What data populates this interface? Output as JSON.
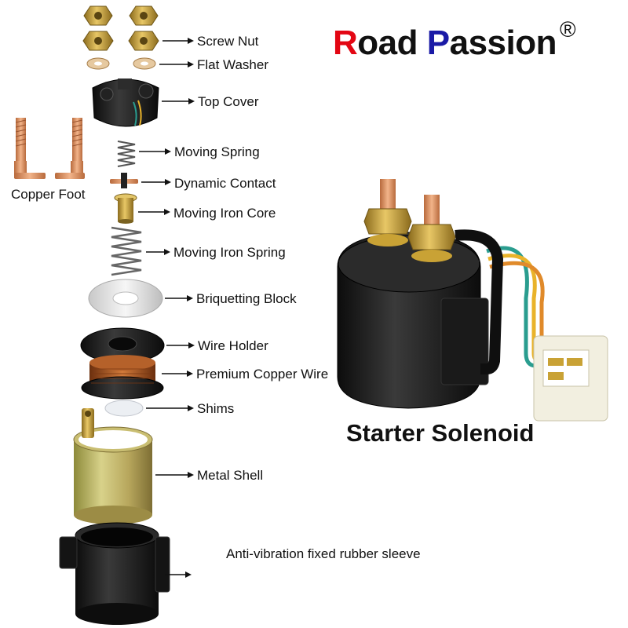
{
  "brand": {
    "first_initial": "R",
    "first_rest": "oad",
    "second_initial": "P",
    "second_rest": "assion",
    "registered": "®",
    "colors": {
      "red": "#e30613",
      "blue": "#1a1aa6",
      "black": "#111111"
    }
  },
  "product_title": "Starter Solenoid",
  "parts": [
    {
      "label": "Screw Nut"
    },
    {
      "label": "Flat Washer"
    },
    {
      "label": "Top Cover"
    },
    {
      "label": "Moving Spring"
    },
    {
      "label": "Dynamic Contact"
    },
    {
      "label": "Moving Iron Core"
    },
    {
      "label": "Moving Iron Spring"
    },
    {
      "label": "Briquetting Block"
    },
    {
      "label": "Wire Holder"
    },
    {
      "label": "Premium Copper Wire"
    },
    {
      "label": "Shims"
    },
    {
      "label": "Metal Shell"
    },
    {
      "label": "Anti-vibration fixed rubber sleeve"
    }
  ],
  "copper_foot_label": "Copper Foot",
  "colors": {
    "brass": "#c9a235",
    "copper": "#d98a5a",
    "black_plastic": "#1c1c1c",
    "copper_wire": "#a8501f",
    "arrow": "#111111"
  }
}
